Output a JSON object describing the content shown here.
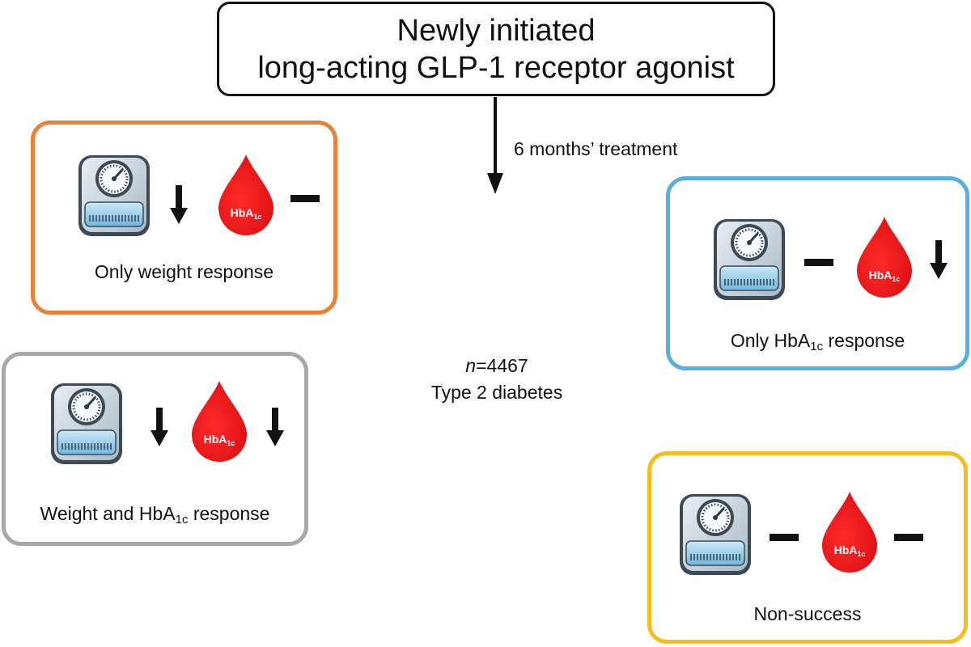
{
  "header": {
    "line1": "Newly initiated",
    "line2": "long-acting GLP-1 receptor agonist"
  },
  "arrow": {
    "label": "6 months’ treatment"
  },
  "cohort": {
    "n_prefix": "n",
    "n_value": "=4467",
    "population": "Type 2 diabetes"
  },
  "drop_label": {
    "base": "HbA",
    "sub": "1c"
  },
  "groups": {
    "weight_only": {
      "label": "Only weight response"
    },
    "both": {
      "label_pre": "Weight and HbA",
      "label_sub": "1c",
      "label_post": " response"
    },
    "hba1c_only": {
      "label_pre": "Only HbA",
      "label_sub": "1c",
      "label_post": " response"
    },
    "non_success": {
      "label": "Non-success"
    }
  },
  "colors": {
    "orange": "#e8823a",
    "grey": "#a8a8a8",
    "blue": "#5ab0da",
    "yellow": "#f5be1c",
    "drop_red": "#e8161b"
  },
  "icons": {
    "scale": "weighing-scale-icon",
    "drop": "blood-drop-icon",
    "down": "down-arrow-icon",
    "no_change": "dash-icon"
  }
}
